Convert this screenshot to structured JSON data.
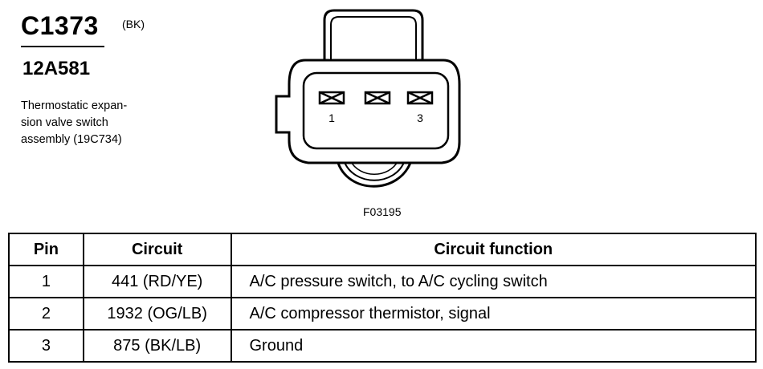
{
  "connector": {
    "id": "C1373",
    "color": "(BK)",
    "part_number": "12A581",
    "description_lines": [
      "Thermostatic expan-",
      "sion valve switch",
      "assembly (19C734)"
    ]
  },
  "diagram": {
    "pin_labels": [
      "1",
      "3"
    ],
    "figure_code": "F03195"
  },
  "table": {
    "headers": [
      "Pin",
      "Circuit",
      "Circuit function"
    ],
    "rows": [
      {
        "pin": "1",
        "circuit": "441 (RD/YE)",
        "function": "A/C pressure switch, to A/C cycling switch"
      },
      {
        "pin": "2",
        "circuit": "1932 (OG/LB)",
        "function": "A/C compressor thermistor, signal"
      },
      {
        "pin": "3",
        "circuit": "875 (BK/LB)",
        "function": "Ground"
      }
    ]
  }
}
